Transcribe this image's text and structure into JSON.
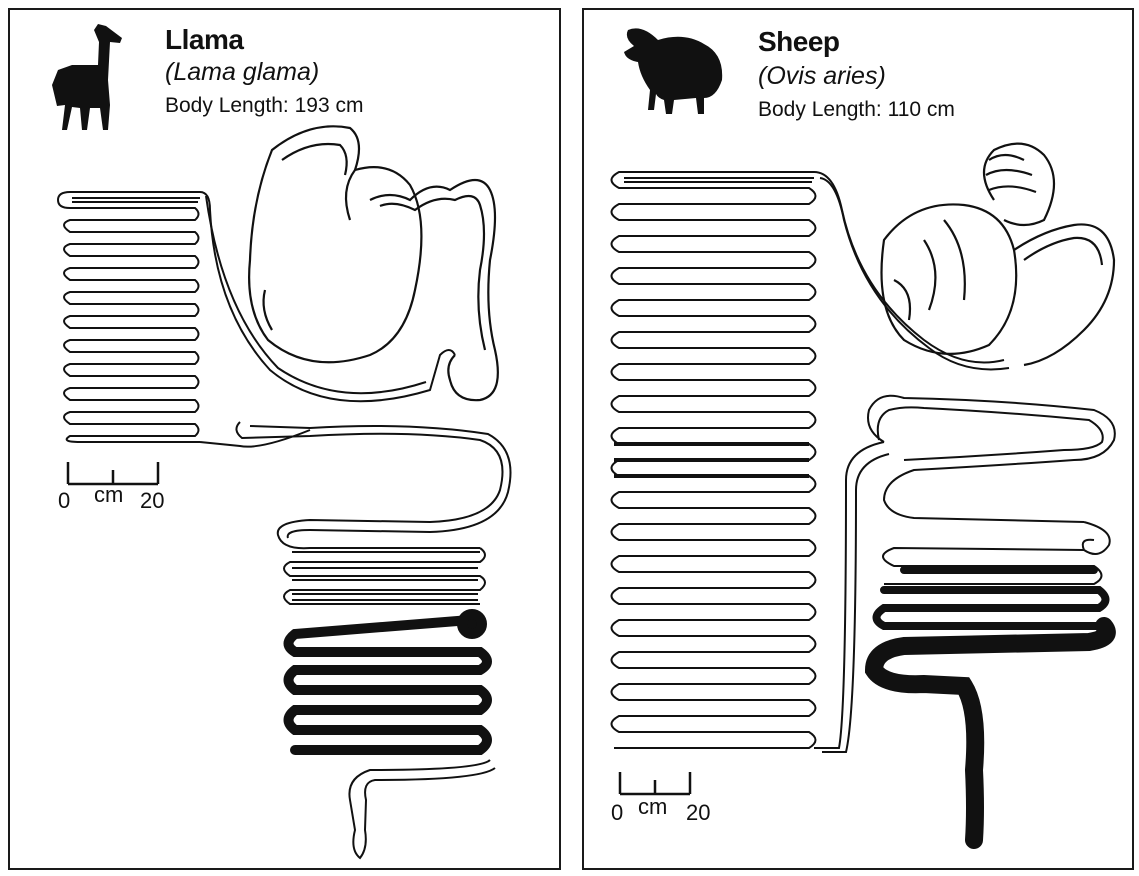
{
  "llama": {
    "name": "Llama",
    "latin": "(Lama glama)",
    "body_length": "Body Length: 193 cm",
    "scale": {
      "start": "0",
      "unit": "cm",
      "end": "20"
    }
  },
  "sheep": {
    "name": "Sheep",
    "latin": "(Ovis aries)",
    "body_length": "Body Length: 110 cm",
    "scale": {
      "start": "0",
      "unit": "cm",
      "end": "20"
    }
  },
  "colors": {
    "ink": "#111111",
    "paper": "#ffffff"
  },
  "icons": [
    "llama-silhouette-icon",
    "sheep-silhouette-icon"
  ]
}
